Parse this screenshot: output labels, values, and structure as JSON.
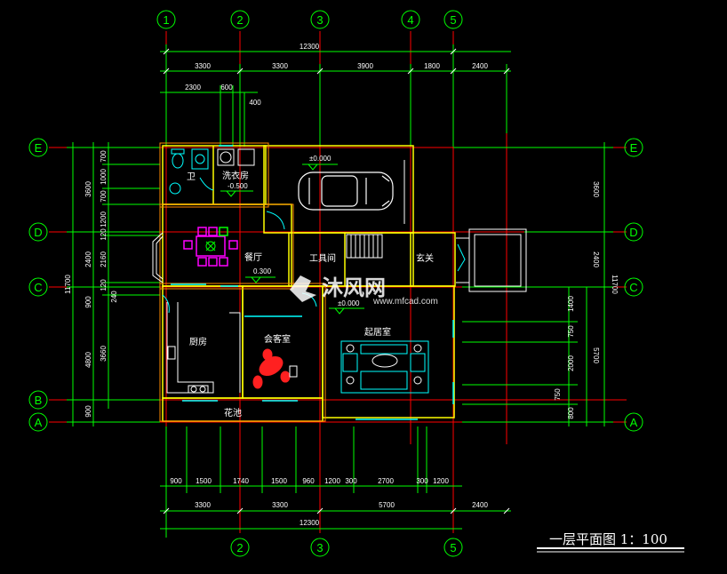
{
  "grid_axes": {
    "vertical": [
      "1",
      "2",
      "3",
      "4",
      "5"
    ],
    "horizontal": [
      "E",
      "D",
      "C",
      "B",
      "A"
    ]
  },
  "top_dims": {
    "overall": "12300",
    "row1": [
      "3300",
      "3300",
      "3900",
      "1800",
      "2400"
    ],
    "row2": [
      "2300",
      "600"
    ],
    "small": "400"
  },
  "bottom_dims": {
    "row1": [
      "900",
      "1500",
      "1740",
      "1500",
      "960",
      "1200",
      "300",
      "2700",
      "300",
      "1200"
    ],
    "row2": [
      "3300",
      "3300",
      "5700",
      "2400"
    ],
    "overall": "12300"
  },
  "left_dims": {
    "overall": "11700",
    "major": [
      "3600",
      "2400",
      "900",
      "4800",
      "900"
    ],
    "minor": [
      "700",
      "1000",
      "700",
      "1200",
      "120",
      "2160",
      "120",
      "240",
      "3660"
    ]
  },
  "right_dims": {
    "overall": "11700",
    "major": [
      "3600",
      "2400",
      "5700"
    ],
    "minor": [
      "1400",
      "750",
      "2000",
      "750",
      "800"
    ]
  },
  "rooms": {
    "bath": "卫",
    "laundry": "洗衣房",
    "dining": "餐厅",
    "tool": "工具间",
    "foyer": "玄关",
    "kitchen": "厨房",
    "guest": "会客室",
    "living": "起居室",
    "pond": "花池"
  },
  "levels": {
    "garage": "±0.000",
    "laundry": "-0.500",
    "dining": "0.300",
    "hall": "±0.000"
  },
  "title": "一层平面图 1：100",
  "watermark": {
    "brand": "沐风网",
    "url": "www.mfcad.com"
  },
  "colors": {
    "background": "#000000",
    "grid": "#ff0000",
    "wall": "#ffff00",
    "dim": "#00ff00",
    "fixture": "#00ffff",
    "furniture": "#ff00ff",
    "text": "#ffffff"
  }
}
